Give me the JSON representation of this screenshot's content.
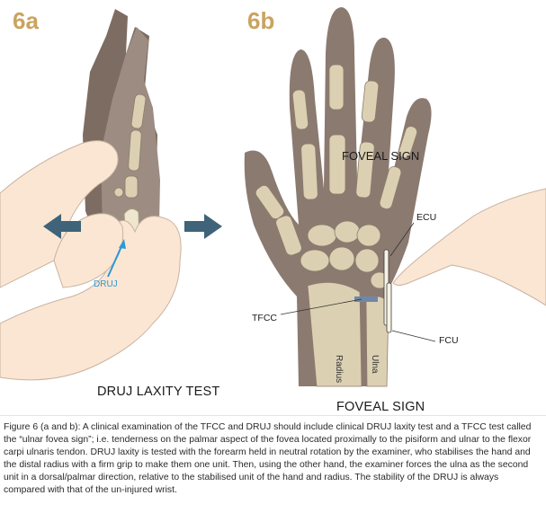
{
  "panel_a": {
    "label": "6a",
    "title": "DRUJ LAXITY TEST",
    "callouts": {
      "druj": "DRUJ"
    }
  },
  "panel_b": {
    "label": "6b",
    "title_top": "FOVEAL SIGN",
    "title_bottom": "FOVEAL SIGN",
    "callouts": {
      "ecu": "ECU",
      "tfcc": "TFCC",
      "fcu": "FCU",
      "radius": "Radius",
      "ulna": "Ulna"
    }
  },
  "colors": {
    "label_gold": "#c9a45f",
    "skin": "#fbe6d4",
    "hand_dark": "#8a7a70",
    "hand_mid": "#9c8c82",
    "bone": "#dcd0b3",
    "arrow_teal": "#3f6378",
    "druj_blue": "#2c9ad6"
  },
  "caption": "Figure 6 (a and b): A clinical examination of the TFCC and DRUJ should include clinical DRUJ laxity test and a TFCC test called the “ulnar fovea sign”; i.e. tenderness on the palmar aspect of the fovea located proximally to the pisiform and ulnar to the flexor carpi ulnaris tendon. DRUJ laxity is tested with the forearm held in neutral rotation by the examiner, who stabilises the hand and the distal radius with a firm grip to make them one unit. Then, using the other hand, the examiner forces the ulna as the second unit in a dorsal/palmar direction, relative to the stabilised unit of the hand and radius. The stability of the DRUJ is always compared with that of the un-injured wrist."
}
